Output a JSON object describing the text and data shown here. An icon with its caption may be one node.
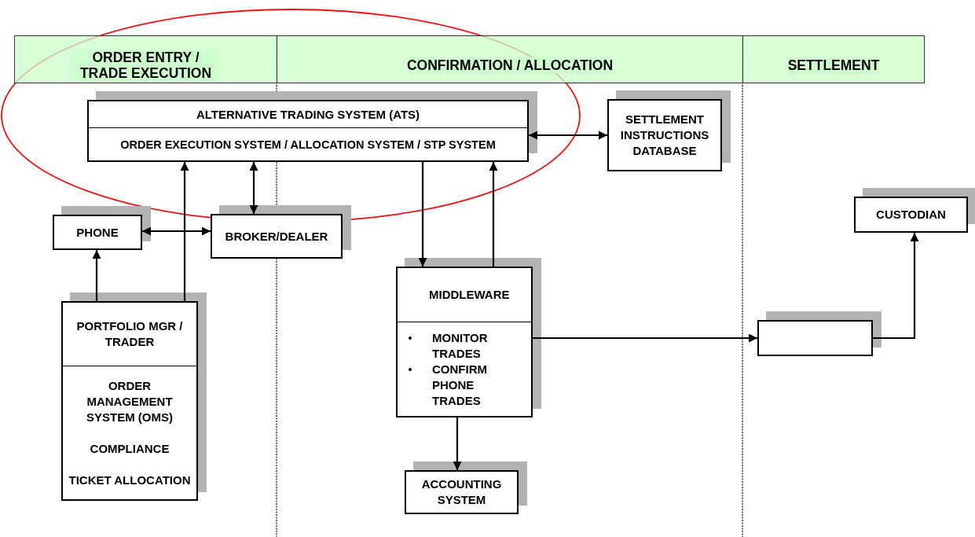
{
  "diagram": {
    "nodes": [
      {
        "text": [
          "ORDER ENTRY / TRADE EXECUTION"
        ]
      },
      {
        "text": [
          "CONFIRMATION / ALLOCATION"
        ]
      },
      {
        "text": [
          "SETTLEMENT"
        ]
      },
      {
        "text": [
          "ALTERNATIVE TRADING SYSTEM (ATS)",
          "ORDER EXECUTION SYSTEM / ALLOCATION SYSTEM / STP SYSTEM"
        ]
      },
      {
        "text": [
          "SETTLEMENT INSTRUCTIONS DATABASE"
        ]
      },
      {
        "text": [
          "CUSTODIAN"
        ]
      },
      {
        "text": [
          "PHONE"
        ]
      },
      {
        "text": [
          "BROKER/DEALER"
        ]
      },
      {
        "text": [
          "MIDDLEWARE",
          "MONITOR TRADES",
          "CONFIRM PHONE TRADES"
        ]
      },
      {
        "text": [
          "PORTFOLIO MGR / TRADER",
          "ORDER MANAGEMENT SYSTEM (OMS)",
          "COMPLIANCE",
          "TICKET ALLOCATION"
        ]
      },
      {
        "text": [],
        "shape": "box"
      },
      {
        "text": [
          "ACCOUNTING SYSTEM"
        ]
      }
    ],
    "edges": [
      {
        "from": 3,
        "to": 4,
        "arrow": "both"
      },
      {
        "from": 3,
        "to": 7,
        "arrow": "both"
      },
      {
        "from": 6,
        "to": 7,
        "arrow": "both"
      },
      {
        "from": 9,
        "to": 6,
        "arrow": "to"
      },
      {
        "from": 9,
        "to": 3,
        "arrow": "to"
      },
      {
        "from": 3,
        "to": 8,
        "arrow": "to"
      },
      {
        "from": 8,
        "to": 3,
        "arrow": "to"
      },
      {
        "from": 8,
        "to": 11,
        "arrow": "to"
      },
      {
        "from": 8,
        "to": 10,
        "arrow": "to"
      },
      {
        "from": 10,
        "to": 5,
        "arrow": "to"
      }
    ]
  }
}
